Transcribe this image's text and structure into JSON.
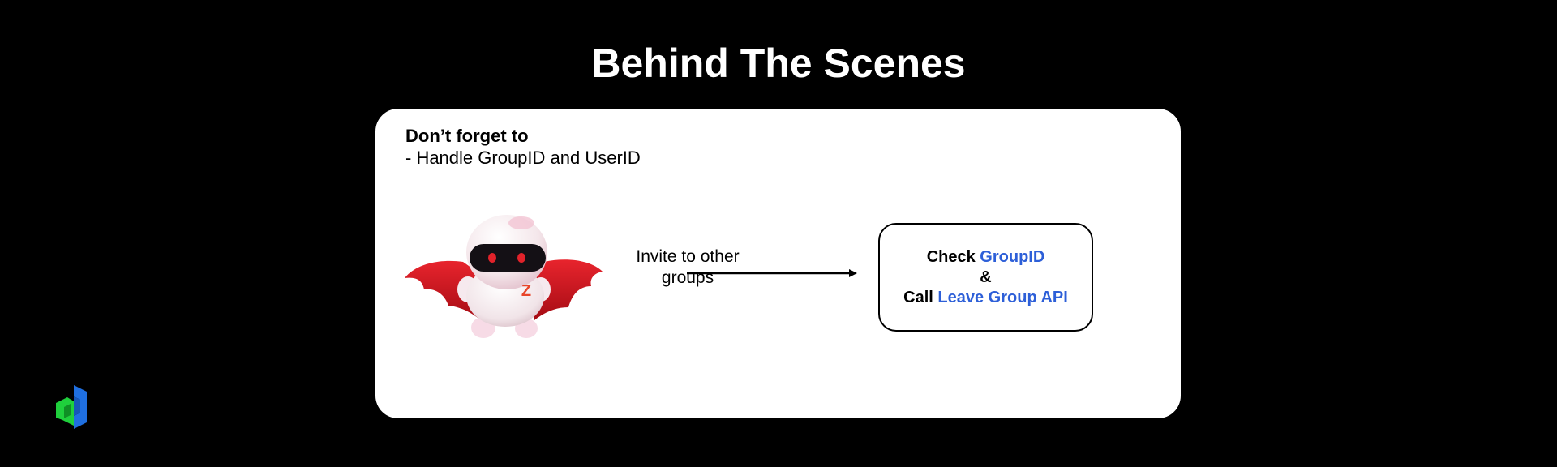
{
  "title": "Behind The Scenes",
  "note": {
    "heading": "Don’t forget to",
    "item": "- Handle GroupID and UserID"
  },
  "flow": {
    "arrow_label": "Invite to other groups",
    "action": {
      "line1_prefix": "Check",
      "line1_highlight": "GroupID",
      "line2": "&",
      "line3_prefix": "Call",
      "line3_highlight": "Leave Group API"
    }
  },
  "mascot": {
    "icon": "caped-robot-mascot-icon",
    "badge": "Z"
  },
  "logo": {
    "icon": "cube-logo-icon"
  },
  "colors": {
    "background": "#000000",
    "card": "#ffffff",
    "accent": "#2d5fd8",
    "cape": "#d8121b",
    "logo_green": "#1fcf3c",
    "logo_blue": "#1f6fe0"
  }
}
